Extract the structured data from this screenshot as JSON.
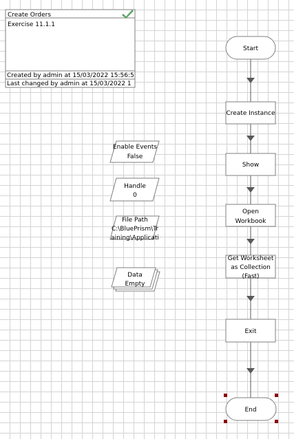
{
  "note": {
    "title": "Create Orders",
    "subtitle": "Exercise 11.1.1",
    "created": "Created  by  admin  at  15/03/2022 15:56:5",
    "changed": "Last  changed  by  admin  at  15/03/2022 1"
  },
  "flow": {
    "start": "Start",
    "create_instance": "Create Instance",
    "show": "Show",
    "open_workbook": [
      "Open",
      "Workbook"
    ],
    "get_worksheet": [
      "Get Worksheet",
      "as Collection",
      "(Fast)"
    ],
    "exit": "Exit",
    "end": "End"
  },
  "data_items": {
    "enable_events": [
      "Enable Events",
      "False"
    ],
    "handle": [
      "Handle",
      "0"
    ],
    "file_path": [
      "File Path",
      "C:\\BluePrism\\Tr",
      "aining\\Applicati"
    ],
    "data": [
      "Data",
      "Empty"
    ]
  },
  "colors": {
    "stroke": "#7f7f7f",
    "arrow": "#595959",
    "check": "#5aa469",
    "selection": "#8b0000"
  }
}
